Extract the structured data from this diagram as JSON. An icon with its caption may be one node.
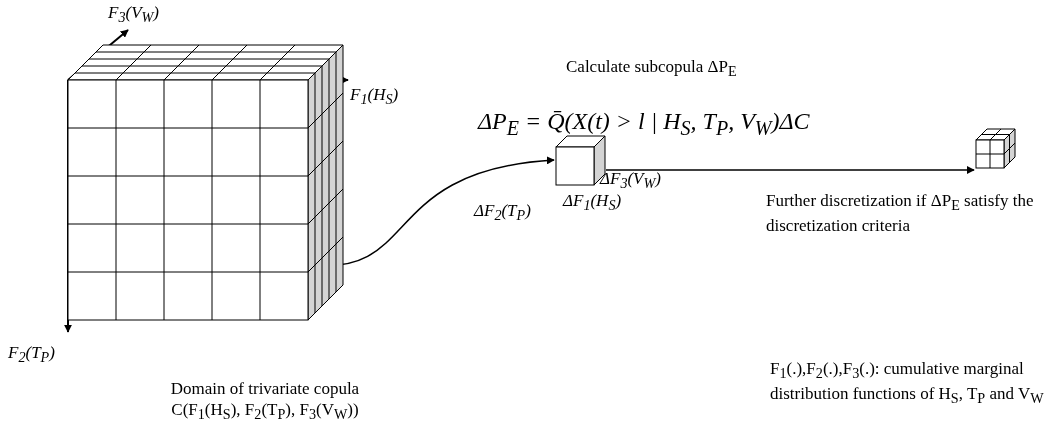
{
  "diagram": {
    "nodes": [
      {
        "text": [],
        "shape": "cube",
        "beside": [
          "Domain of trivariate copula C(F$_{1}$(H$_{S}$), F$_{2}$(T$_{P}$), F$_{3}$(V$_{W}$))"
        ]
      },
      {
        "text": [],
        "shape": "cube",
        "beside": [
          "ΔF$_{2}$(T$_{P}$)",
          "ΔF$_{3}$(V$_{W}$)",
          "ΔF$_{1}$(H$_{S}$)"
        ]
      },
      {
        "text": [],
        "shape": "cube"
      }
    ],
    "edges": [
      {
        "from": 0,
        "to": 1,
        "arrow": "to"
      },
      {
        "from": 1,
        "to": 2,
        "arrow": "to"
      }
    ],
    "labels": [
      "F$_{3}$(V$_{W}$)",
      "F$_{1}$(H$_{S}$)",
      "F$_{2}$(T$_{P}$)",
      "Calculate subcopula ΔP$_{E}$",
      "ΔP$_{E}$ = Q̄(X(t) > l | H$_{S}$, T$_{P}$, V$_{W}$)ΔC",
      "Further discretization if ΔP$_{E}$ satisfy the discretization criteria",
      "F$_{1}$(.),F$_{2}$(.),F$_{3}$(.): cumulative marginal distribution functions of H$_{S}$, T$_{P}$ and V$_{W}$"
    ]
  }
}
